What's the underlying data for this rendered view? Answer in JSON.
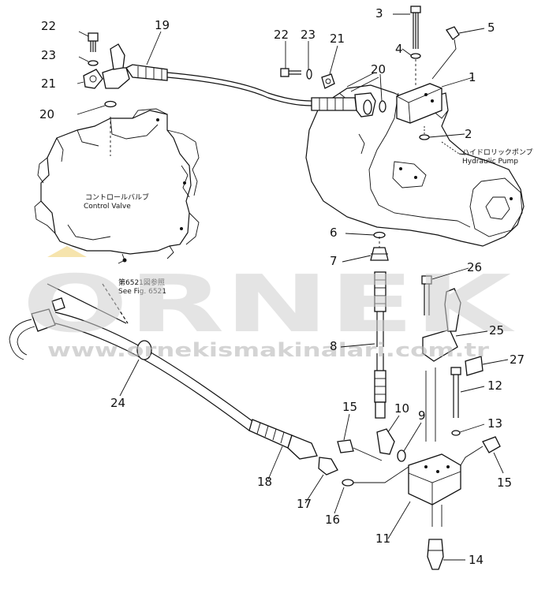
{
  "callouts": [
    "1",
    "2",
    "3",
    "4",
    "5",
    "6",
    "7",
    "8",
    "9",
    "10",
    "11",
    "12",
    "13",
    "14",
    "15",
    "15",
    "16",
    "17",
    "18",
    "19",
    "20",
    "20",
    "21",
    "21",
    "22",
    "22",
    "23",
    "23",
    "24",
    "25",
    "26",
    "27"
  ],
  "labels": {
    "control_valve_jp": "コントロールバルブ",
    "control_valve_en": "Control Valve",
    "hydraulic_pump_jp": "ハイドロリックポンプ",
    "hydraulic_pump_en": "Hydraulic Pump",
    "see_fig_jp": "第6521図参照",
    "see_fig_en": "See Fig. 6521"
  },
  "watermark": {
    "brand": "ORNEK",
    "url": "www.ornekismakinalari.com.tr"
  }
}
